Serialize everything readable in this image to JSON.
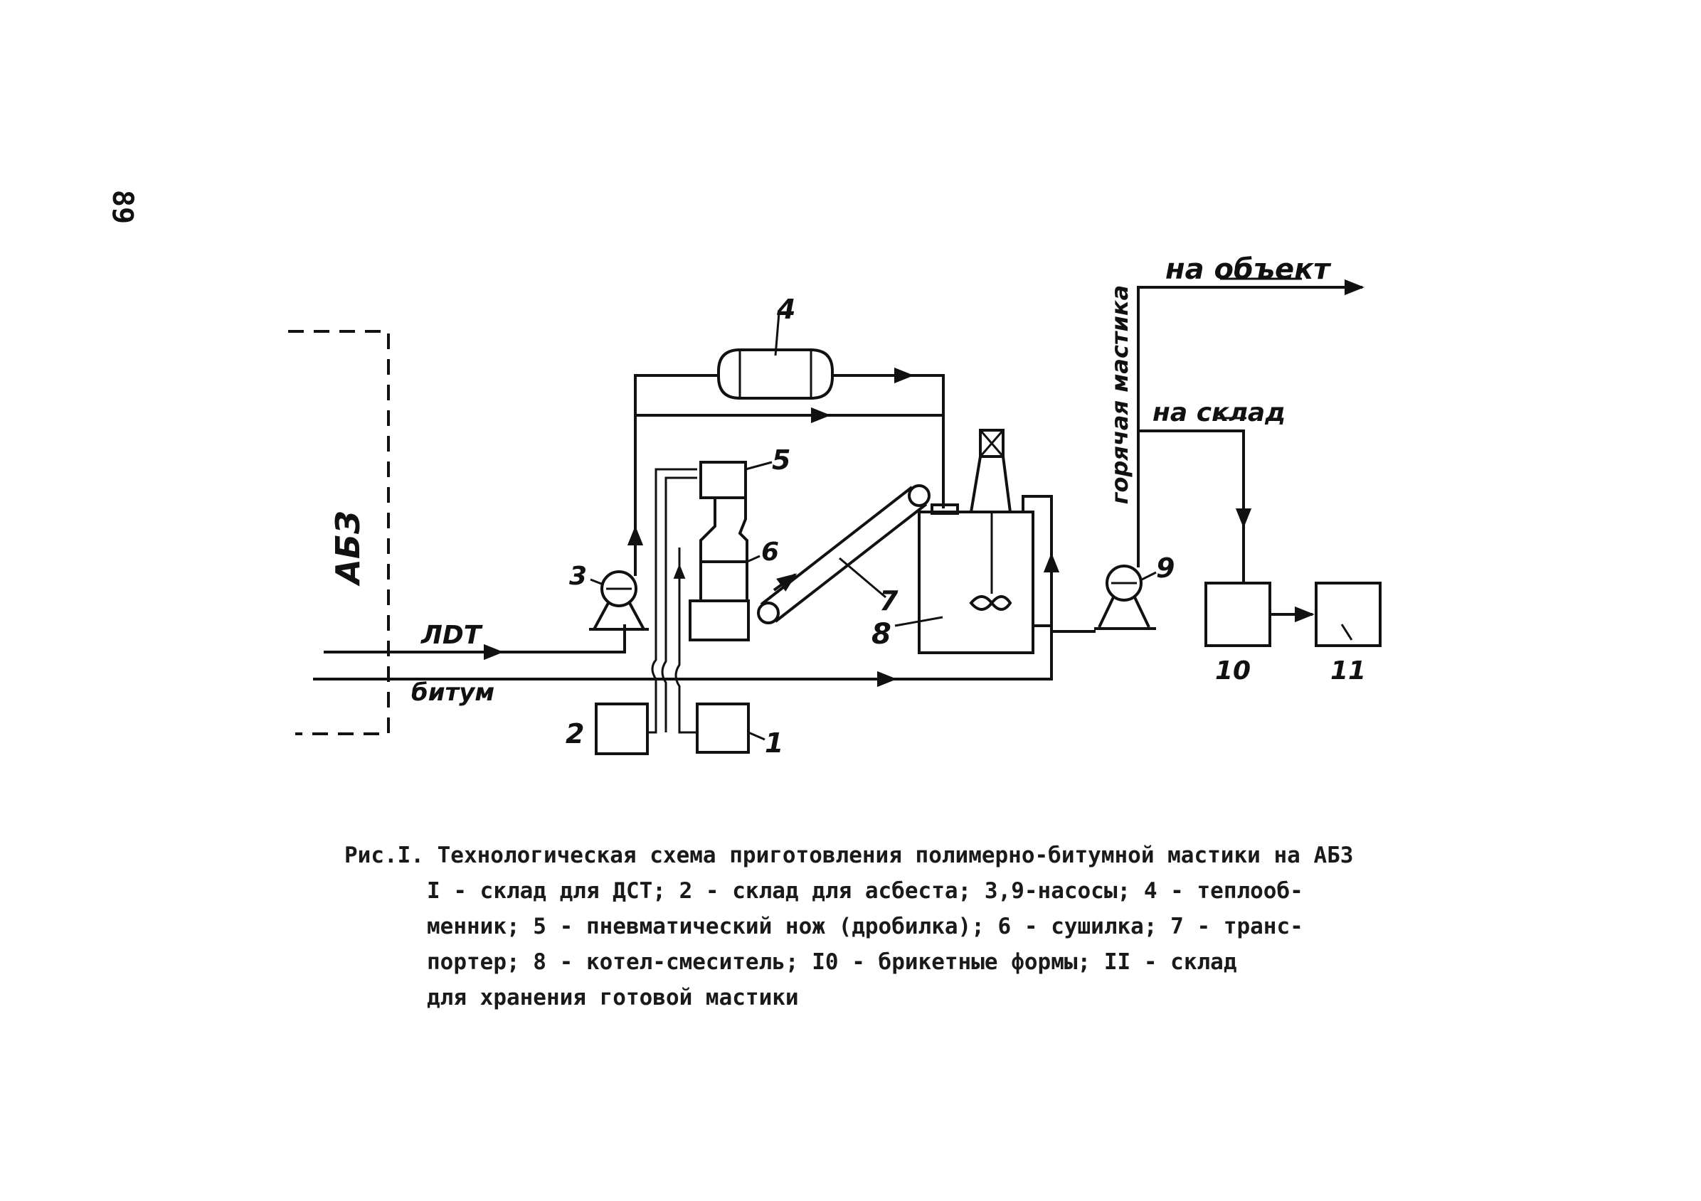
{
  "page_number": "89",
  "labels": {
    "abz": "АБЗ",
    "ldt": "ЛDТ",
    "bitum": "битум",
    "na_obekt": "на объект",
    "goryachaya_mastika": "горячая мастика",
    "na_sklad": "на склад",
    "n1": "1",
    "n2": "2",
    "n3": "3",
    "n4": "4",
    "n5": "5",
    "n6": "6",
    "n7": "7",
    "n8": "8",
    "n9": "9",
    "n10": "10",
    "n11": "11"
  },
  "caption": {
    "line1": "Рис.I. Технологическая схема приготовления полимерно-битумной мастики на АБЗ",
    "line2": "I - склад для ДСТ; 2 - склад для асбеста; 3,9-насосы; 4 - теплооб-",
    "line3": "менник; 5 - пневматический нож (дробилка); 6 - сушилка; 7 - транс-",
    "line4": "портер; 8 - котел-смеситель; I0 - брикетные формы; II - склад",
    "line5": "для хранения готовой мастики"
  }
}
